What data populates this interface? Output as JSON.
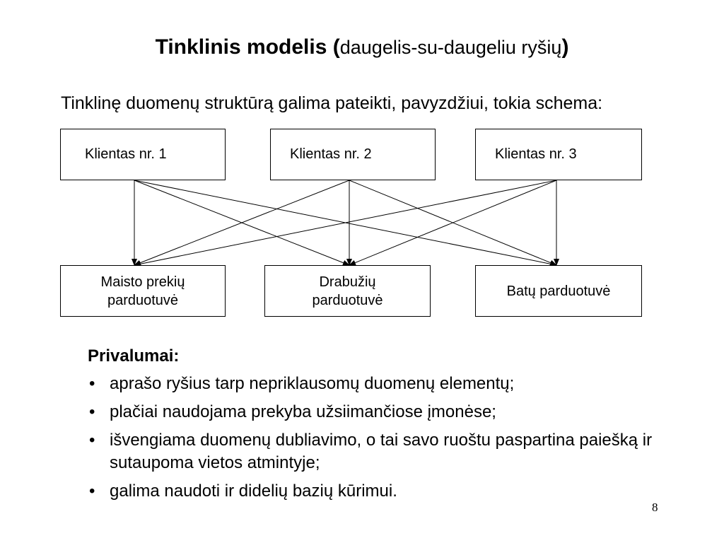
{
  "title": {
    "main": "Tinklinis modelis",
    "open_paren": "(",
    "subtitle": "daugelis-su-daugeliu ryšių",
    "close_paren": ")"
  },
  "intro": "Tinklinę duomenų struktūrą galima pateikti, pavyzdžiui, tokia schema:",
  "diagram": {
    "clients": [
      "Klientas nr. 1",
      "Klientas nr. 2",
      "Klientas nr. 3"
    ],
    "shops": [
      [
        "Maisto prekių",
        "parduotuvė"
      ],
      [
        "Drabužių",
        "parduotuvė"
      ],
      [
        "Batų parduotuvė"
      ]
    ],
    "edges": [
      [
        "Klientas nr. 1",
        "Maisto prekių parduotuvė"
      ],
      [
        "Klientas nr. 1",
        "Drabužių parduotuvė"
      ],
      [
        "Klientas nr. 1",
        "Batų parduotuvė"
      ],
      [
        "Klientas nr. 2",
        "Maisto prekių parduotuvė"
      ],
      [
        "Klientas nr. 2",
        "Drabužių parduotuvė"
      ],
      [
        "Klientas nr. 2",
        "Batų parduotuvė"
      ],
      [
        "Klientas nr. 3",
        "Maisto prekių parduotuvė"
      ],
      [
        "Klientas nr. 3",
        "Drabužių parduotuvė"
      ],
      [
        "Klientas nr. 3",
        "Batų parduotuvė"
      ]
    ]
  },
  "advantages": {
    "title": "Privalumai:",
    "bullet": "•",
    "items": [
      "aprašo ryšius tarp nepriklausomų duomenų elementų;",
      "plačiai naudojama prekyba užsiimančiose įmonėse;",
      "išvengiama duomenų dubliavimo, o tai savo ruoštu paspartina paiešką ir sutaupoma vietos atmintyje;",
      "galima naudoti ir didelių bazių kūrimui."
    ]
  },
  "page_number": "8"
}
